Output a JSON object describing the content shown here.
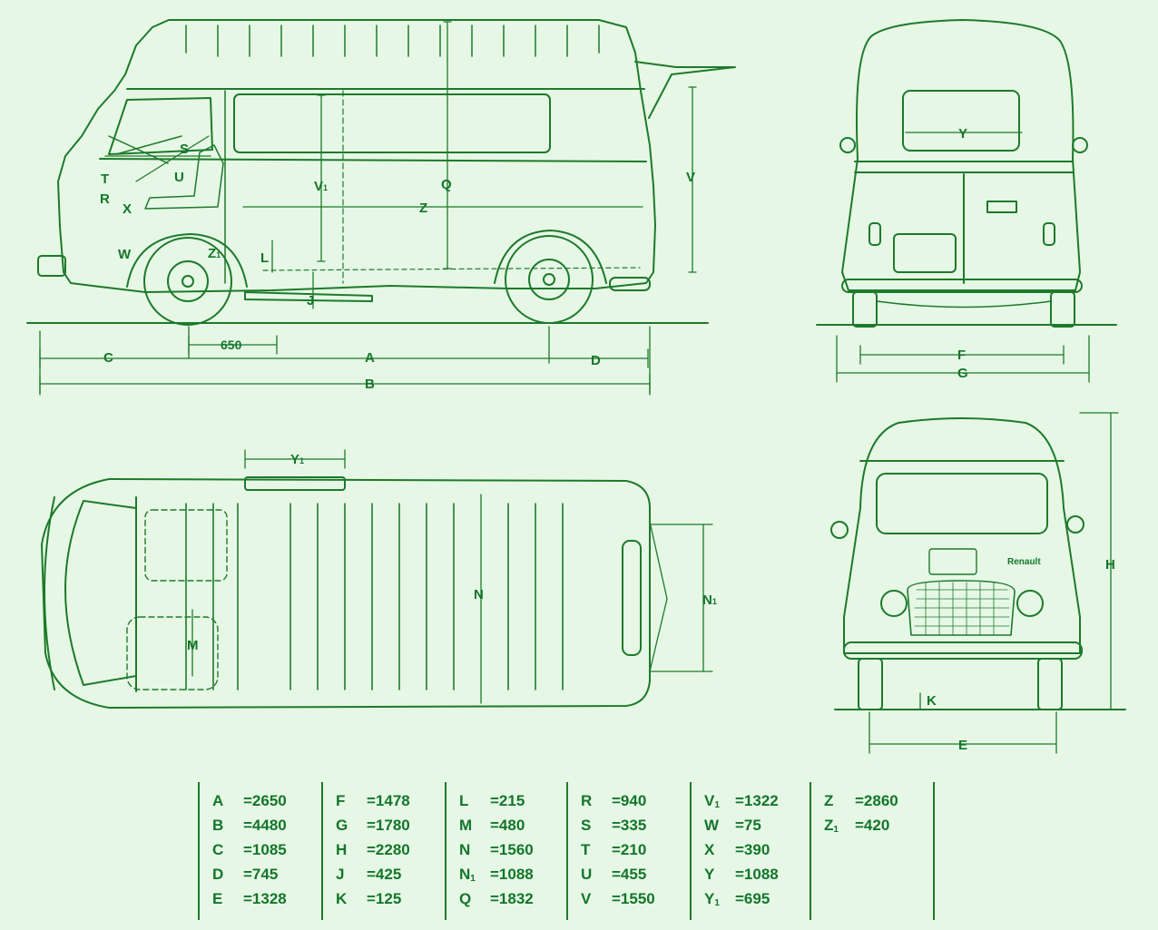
{
  "colors": {
    "ink": "#1d7a2a",
    "paper": "#e6f7e6",
    "text": "#13762a"
  },
  "side_view_labels": {
    "S": "S",
    "T": "T",
    "U": "U",
    "R": "R",
    "X": "X",
    "W": "W",
    "Z1": "Z",
    "Z1_sub": "1",
    "L": "L",
    "J": "J",
    "V1": "V",
    "V1_sub": "1",
    "Q": "Q",
    "Z": "Z",
    "V": "V",
    "C": "C",
    "650": "650",
    "A": "A",
    "D": "D",
    "B": "B"
  },
  "rear_view_labels": {
    "Y": "Y",
    "F": "F",
    "G": "G"
  },
  "top_view_labels": {
    "Y1": "Y",
    "Y1_sub": "1",
    "N": "N",
    "M": "M",
    "N1": "N",
    "N1_sub": "1"
  },
  "front_view_labels": {
    "H": "H",
    "K": "K",
    "E": "E",
    "brand": "Renault"
  },
  "legend": [
    [
      {
        "k": "A",
        "s": "",
        "v": "=2650"
      },
      {
        "k": "B",
        "s": "",
        "v": "=4480"
      },
      {
        "k": "C",
        "s": "",
        "v": "=1085"
      },
      {
        "k": "D",
        "s": "",
        "v": "=745"
      },
      {
        "k": "E",
        "s": "",
        "v": "=1328"
      }
    ],
    [
      {
        "k": "F",
        "s": "",
        "v": "=1478"
      },
      {
        "k": "G",
        "s": "",
        "v": "=1780"
      },
      {
        "k": "H",
        "s": "",
        "v": "=2280"
      },
      {
        "k": "J",
        "s": "",
        "v": "=425"
      },
      {
        "k": "K",
        "s": "",
        "v": "=125"
      }
    ],
    [
      {
        "k": "L",
        "s": "",
        "v": "=215"
      },
      {
        "k": "M",
        "s": "",
        "v": "=480"
      },
      {
        "k": "N",
        "s": "",
        "v": "=1560"
      },
      {
        "k": "N",
        "s": "1",
        "v": "=1088"
      },
      {
        "k": "Q",
        "s": "",
        "v": "=1832"
      }
    ],
    [
      {
        "k": "R",
        "s": "",
        "v": "=940"
      },
      {
        "k": "S",
        "s": "",
        "v": "=335"
      },
      {
        "k": "T",
        "s": "",
        "v": "=210"
      },
      {
        "k": "U",
        "s": "",
        "v": "=455"
      },
      {
        "k": "V",
        "s": "",
        "v": "=1550"
      }
    ],
    [
      {
        "k": "V",
        "s": "1",
        "v": "=1322"
      },
      {
        "k": "W",
        "s": "",
        "v": "=75"
      },
      {
        "k": "X",
        "s": "",
        "v": "=390"
      },
      {
        "k": "Y",
        "s": "",
        "v": "=1088"
      },
      {
        "k": "Y",
        "s": "1",
        "v": "=695"
      }
    ],
    [
      {
        "k": "Z",
        "s": "",
        "v": "=2860"
      },
      {
        "k": "Z",
        "s": "1",
        "v": "=420"
      }
    ]
  ]
}
